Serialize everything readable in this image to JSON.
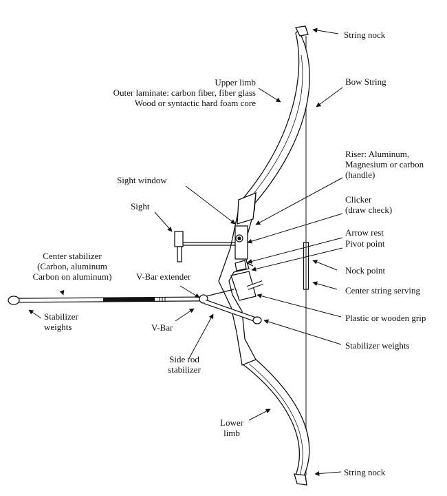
{
  "colors": {
    "ink": "#111111",
    "background": "#ffffff"
  },
  "labels": {
    "string_nock_top": "String nock",
    "bow_string": "Bow String",
    "upper_limb": [
      "Upper limb",
      "Outer laminate: carbon fiber, fiber glass",
      "Wood or syntactic hard foam core"
    ],
    "riser": [
      "Riser: Aluminum,",
      "Magnesium or carbon",
      "(handle)"
    ],
    "sight_window": "Sight window",
    "sight": "Sight",
    "clicker": [
      "Clicker",
      "(draw check)"
    ],
    "arrow_rest": "Arrow rest",
    "pivot_point": "Pivot point",
    "center_stabilizer": [
      "Center stabilizer",
      "(Carbon, aluminum",
      "Carbon on aluminum)"
    ],
    "v_bar_extender": "V-Bar extender",
    "nock_point": "Nock point",
    "center_string_serving": "Center string serving",
    "stabilizer_weights_left": [
      "Stabilizer",
      "weights"
    ],
    "v_bar": "V-Bar",
    "plastic_grip": "Plastic or wooden grip",
    "stabilizer_weights_right": "Stabilizer  weights",
    "side_rod_stabilizer": [
      "Side rod",
      "stabilizer"
    ],
    "lower_limb": [
      "Lower",
      "limb"
    ],
    "string_nock_bottom": "String nock"
  }
}
